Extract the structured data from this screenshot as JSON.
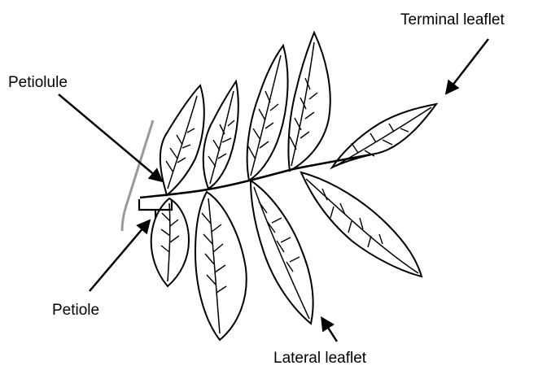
{
  "labels": {
    "terminal_leaflet": "Terminal leaflet",
    "petiolule": "Petiolule",
    "petiole": "Petiole",
    "lateral_leaflet": "Lateral leaflet"
  },
  "colors": {
    "ink": "#000000",
    "background": "#ffffff",
    "stem_shadow": "#9a9a9a"
  }
}
